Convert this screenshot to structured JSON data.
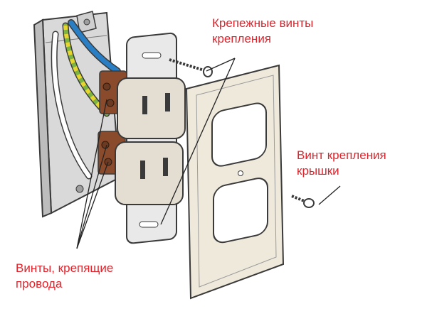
{
  "labels": {
    "mounting_screws": [
      "Крепежные винты",
      "крепления"
    ],
    "cover_screw": [
      "Винт крепления",
      "крышки"
    ],
    "wire_screws": [
      "Винты, крепящие",
      "провода"
    ]
  },
  "colors": {
    "label_text": "#e0232b",
    "outline": "#3a3a3a",
    "box_metal": "#d9d9d9",
    "outlet_body": "#e4ded2",
    "cover_plate": "#efe9dc",
    "terminal_brown": "#8a4b2c",
    "wire_blue": "#2a7fc4",
    "wire_ground_green": "#7cb342",
    "wire_ground_yellow": "#e8d630",
    "wire_white": "#ffffff"
  }
}
